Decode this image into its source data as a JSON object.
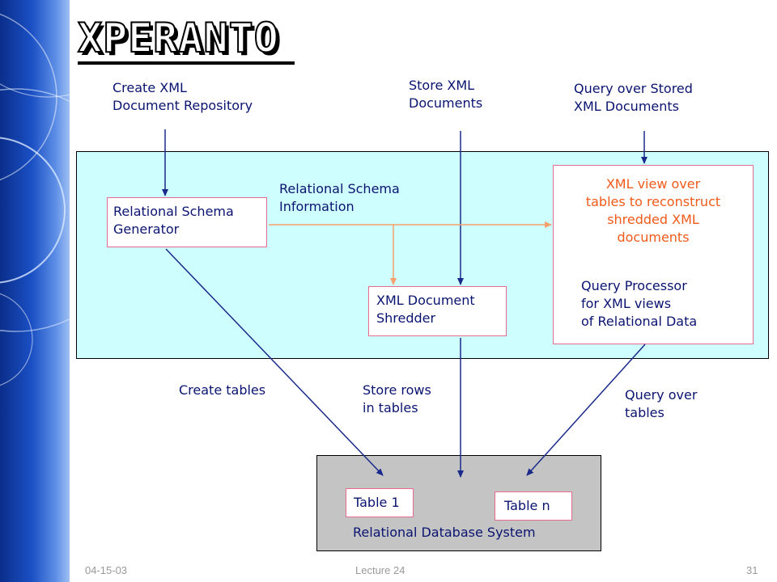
{
  "slide": {
    "title": "XPERANTO",
    "footer_date": "04-15-03",
    "footer_lecture": "Lecture 24",
    "footer_page": "31"
  },
  "labels": {
    "create_repo": "Create XML\nDocument Repository",
    "store_docs": "Store XML\nDocuments",
    "query_stored": "Query over Stored\nXML Documents",
    "schema_info": "Relational Schema\nInformation",
    "create_tables": "Create tables",
    "store_rows": "Store rows\nin tables",
    "query_tables": "Query over\ntables"
  },
  "boxes": {
    "schema_generator": "Relational Schema\nGenerator",
    "shredder": "XML Document\nShredder",
    "xml_view": "XML view over\ntables to reconstruct\nshredded XML\ndocuments",
    "query_processor": "Query Processor\nfor XML views\nof Relational Data",
    "table1": "Table 1",
    "tablen": "Table n",
    "rdbms": "Relational Database System"
  },
  "colors": {
    "label_text": "#0a1470",
    "box_border": "#e46d8f",
    "app_region": "#cffeff",
    "db_region": "#c4c4c4",
    "orange": "#f05a1a",
    "arrow_blue": "#1a2a8a",
    "arrow_orange": "#f5a06a"
  }
}
